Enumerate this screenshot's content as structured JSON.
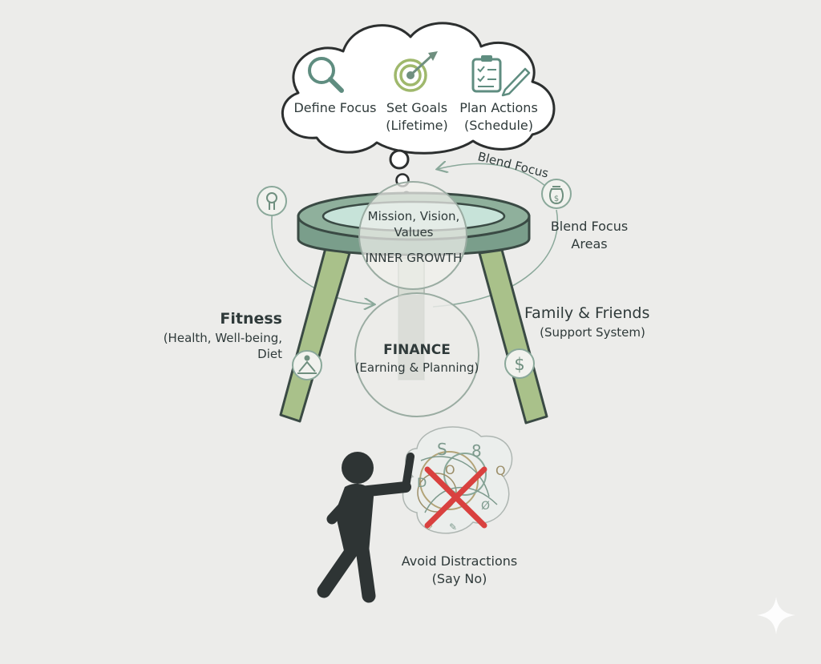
{
  "thought_cloud": {
    "items": [
      {
        "label": "Define Focus",
        "sublabel": "",
        "icon": "magnifier-icon"
      },
      {
        "label": "Set Goals",
        "sublabel": "(Lifetime)",
        "icon": "target-icon"
      },
      {
        "label": "Plan Actions",
        "sublabel": "(Schedule)",
        "icon": "clipboard-pencil-icon"
      }
    ]
  },
  "arc_label": "Blend Focus",
  "blend_focus": {
    "line1": "Blend Focus",
    "line2": "Areas"
  },
  "seat": {
    "line1": "Mission, Vision,",
    "line2": "Values",
    "title": "INNER GROWTH"
  },
  "fitness": {
    "title": "Fitness",
    "line1": "(Health, Well-being,",
    "line2": "Diet"
  },
  "family": {
    "title": "Family & Friends",
    "line1": "(Support System)"
  },
  "finance": {
    "title": "FINANCE",
    "line1": "(Earning & Planning)"
  },
  "avoid": {
    "line1": "Avoid Distractions",
    "line2": "(Say No)"
  },
  "colors": {
    "stool_green": "#7a9e8b",
    "leg_green": "#a9c18a",
    "outline": "#3a4a44",
    "accent_cross": "#d9413f",
    "person": "#2e3434"
  }
}
